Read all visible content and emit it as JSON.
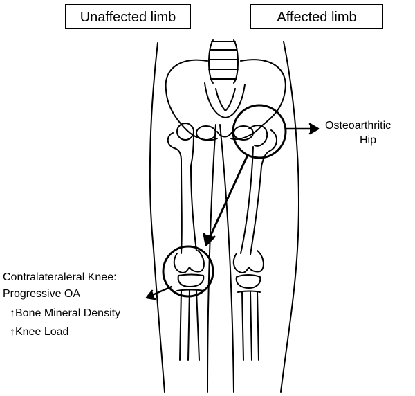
{
  "labels": {
    "unaffected": "Unaffected limb",
    "affected": "Affected limb"
  },
  "annotations": {
    "hip_line1": "Osteoarthritic",
    "hip_line2": "Hip",
    "knee_line1": "Contralateraleral Knee:",
    "knee_line2": "Progressive OA",
    "bmd": "↑Bone Mineral Density",
    "knee_load": "↑Knee Load"
  },
  "colors": {
    "stroke": "#000000",
    "background": "#ffffff"
  }
}
